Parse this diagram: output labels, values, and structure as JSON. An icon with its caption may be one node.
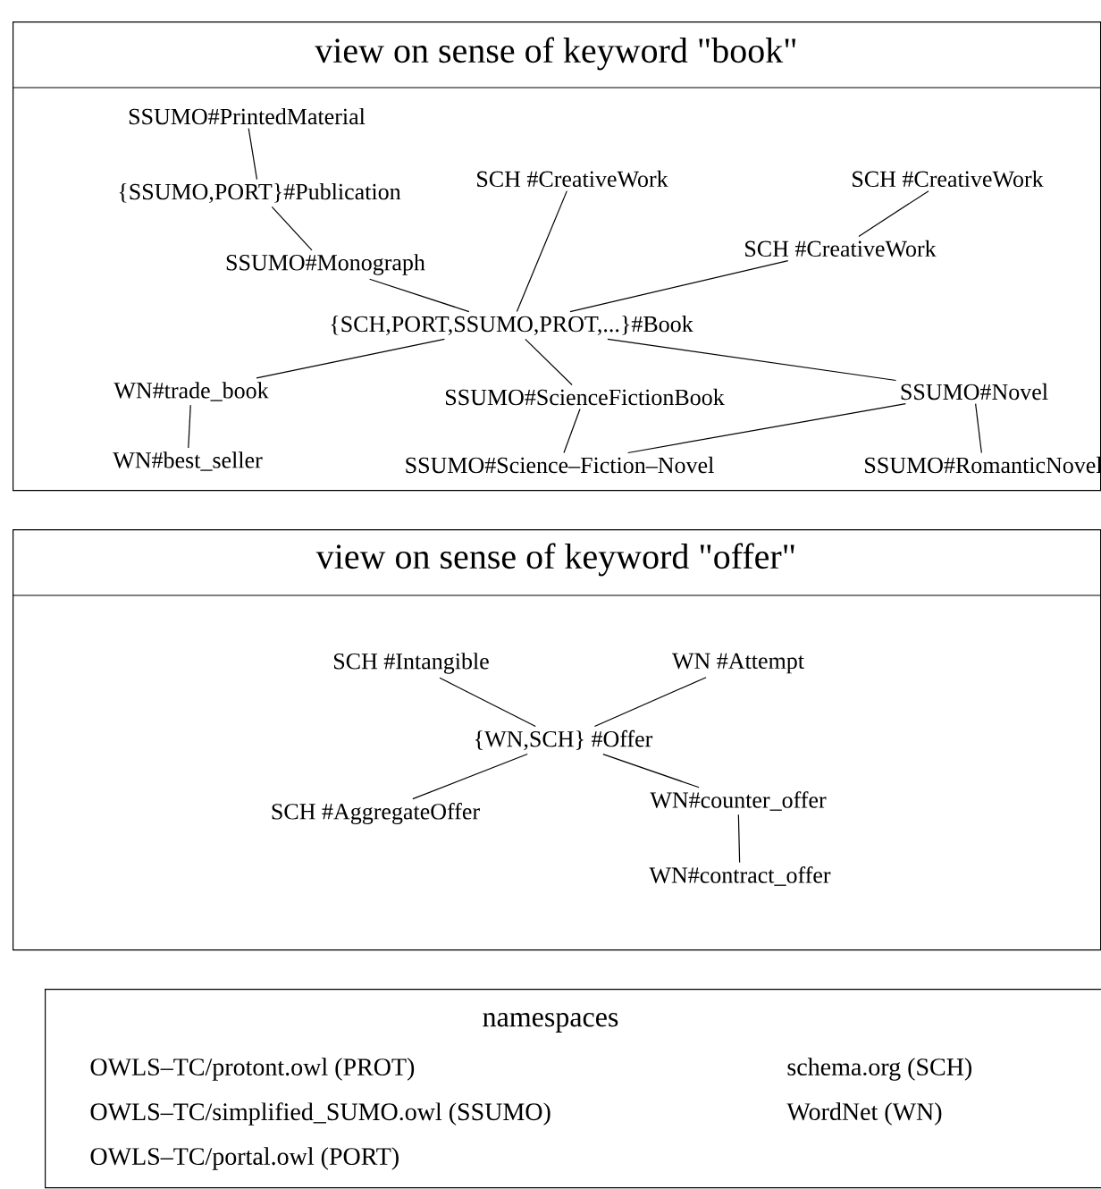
{
  "diagram": {
    "nodes": [
      {
        "text": [
          "view on sense of keyword \"book\""
        ]
      },
      {
        "text": [
          "SSUMO#PrintedMaterial"
        ],
        "in": 0
      },
      {
        "text": [
          "{SSUMO,PORT}#Publication"
        ],
        "in": 0
      },
      {
        "text": [
          "SCH #CreativeWork"
        ],
        "in": 0
      },
      {
        "text": [
          "SCH #CreativeWork"
        ],
        "in": 0
      },
      {
        "text": [
          "SSUMO#Monograph"
        ],
        "in": 0
      },
      {
        "text": [
          "SCH #CreativeWork"
        ],
        "in": 0
      },
      {
        "text": [
          "{SCH,PORT,SSUMO,PROT,...}#Book"
        ],
        "in": 0
      },
      {
        "text": [
          "WN#trade_book"
        ],
        "in": 0
      },
      {
        "text": [
          "SSUMO#ScienceFictionBook"
        ],
        "in": 0
      },
      {
        "text": [
          "SSUMO#Novel"
        ],
        "in": 0
      },
      {
        "text": [
          "WN#best_seller"
        ],
        "in": 0
      },
      {
        "text": [
          "SSUMO#Science–Fiction–Novel"
        ],
        "in": 0
      },
      {
        "text": [
          "SSUMO#RomanticNovel"
        ],
        "in": 0
      },
      {
        "text": [
          "view on sense of keyword \"offer\""
        ]
      },
      {
        "text": [
          "SCH #Intangible"
        ],
        "in": 14
      },
      {
        "text": [
          "WN #Attempt"
        ],
        "in": 14
      },
      {
        "text": [
          "{WN,SCH} #Offer"
        ],
        "in": 14
      },
      {
        "text": [
          "SCH #AggregateOffer"
        ],
        "in": 14
      },
      {
        "text": [
          "WN#counter_offer"
        ],
        "in": 14
      },
      {
        "text": [
          "WN#contract_offer"
        ],
        "in": 14
      },
      {
        "text": [
          "namespaces",
          "OWLS–TC/protont.owl (PROT)",
          "OWLS–TC/simplified_SUMO.owl (SSUMO)",
          "OWLS–TC/portal.owl (PORT)",
          "schema.org (SCH)",
          "WordNet (WN)"
        ]
      }
    ],
    "edges": [
      {
        "from": 1,
        "to": 2,
        "arrow": "none"
      },
      {
        "from": 2,
        "to": 5,
        "arrow": "none"
      },
      {
        "from": 5,
        "to": 7,
        "arrow": "none"
      },
      {
        "from": 3,
        "to": 7,
        "arrow": "none"
      },
      {
        "from": 4,
        "to": 6,
        "arrow": "none"
      },
      {
        "from": 6,
        "to": 7,
        "arrow": "none"
      },
      {
        "from": 7,
        "to": 8,
        "arrow": "none"
      },
      {
        "from": 7,
        "to": 9,
        "arrow": "none"
      },
      {
        "from": 7,
        "to": 10,
        "arrow": "none"
      },
      {
        "from": 8,
        "to": 11,
        "arrow": "none"
      },
      {
        "from": 9,
        "to": 12,
        "arrow": "none"
      },
      {
        "from": 10,
        "to": 12,
        "arrow": "none"
      },
      {
        "from": 10,
        "to": 13,
        "arrow": "none"
      },
      {
        "from": 15,
        "to": 17,
        "arrow": "none"
      },
      {
        "from": 16,
        "to": 17,
        "arrow": "none"
      },
      {
        "from": 17,
        "to": 18,
        "arrow": "none"
      },
      {
        "from": 17,
        "to": 19,
        "arrow": "none"
      },
      {
        "from": 19,
        "to": 20,
        "arrow": "none"
      }
    ]
  }
}
